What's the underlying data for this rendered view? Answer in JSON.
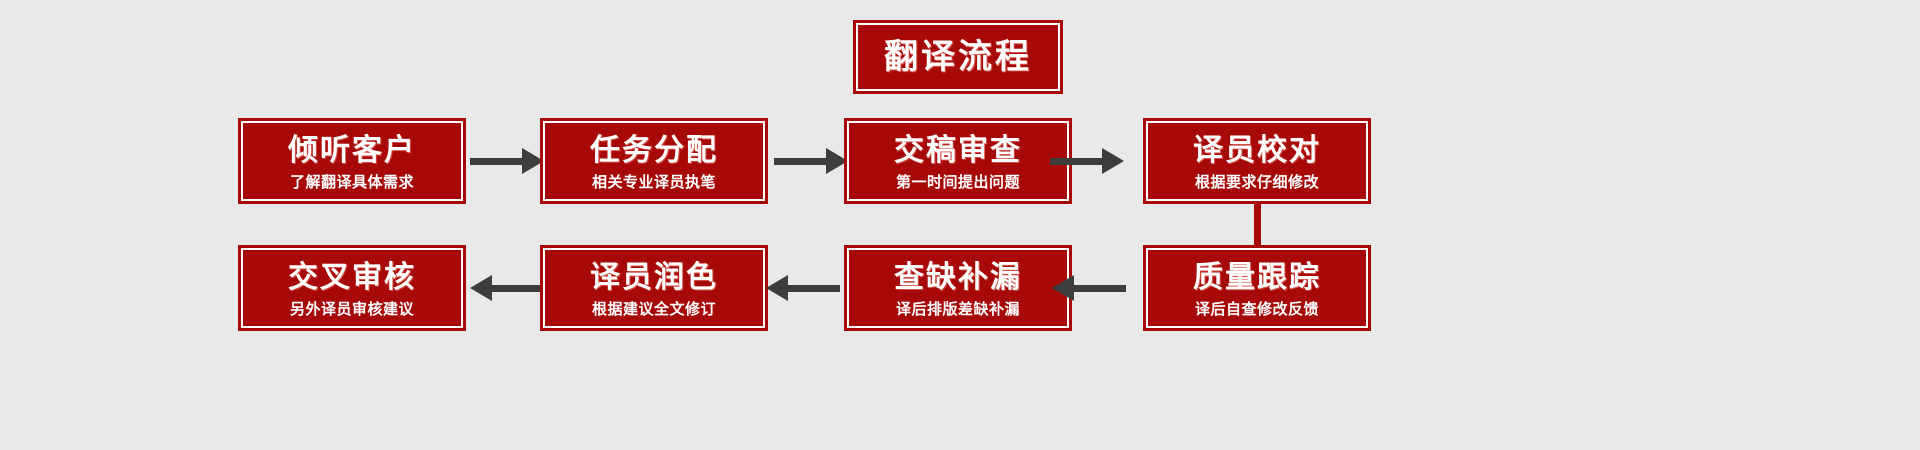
{
  "title": {
    "text": "翻译流程"
  },
  "colors": {
    "background": "#e9e9e9",
    "box_fill": "#a70808",
    "box_inner_border": "#ffffff",
    "text": "#ffffff",
    "arrow": "#3d3d3d"
  },
  "flow": {
    "row1": [
      {
        "title": "倾听客户",
        "subtitle": "了解翻译具体需求"
      },
      {
        "title": "任务分配",
        "subtitle": "相关专业译员执笔"
      },
      {
        "title": "交稿审查",
        "subtitle": "第一时间提出问题"
      },
      {
        "title": "译员校对",
        "subtitle": "根据要求仔细修改"
      }
    ],
    "row2": [
      {
        "title": "交叉审核",
        "subtitle": "另外译员审核建议"
      },
      {
        "title": "译员润色",
        "subtitle": "根据建议全文修订"
      },
      {
        "title": "查缺补漏",
        "subtitle": "译后排版差缺补漏"
      },
      {
        "title": "质量跟踪",
        "subtitle": "译后自查修改反馈"
      }
    ],
    "arrows": {
      "row1": [
        "arrow-right",
        "arrow-right",
        "arrow-right"
      ],
      "row2": [
        "arrow-left",
        "arrow-left",
        "arrow-left"
      ],
      "connector": "vertical-connector"
    }
  }
}
